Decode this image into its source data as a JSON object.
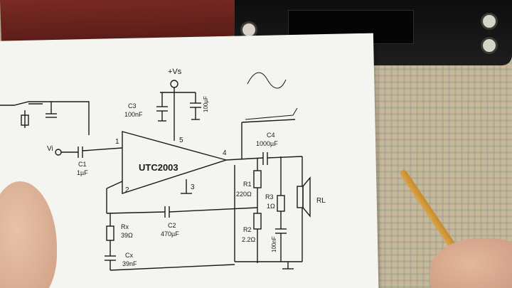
{
  "schematic": {
    "supply": "+Vs",
    "amp_name": "UTC2003",
    "pins": {
      "in": "1",
      "inv": "2",
      "gnd": "3",
      "out": "4",
      "vcc": "5"
    },
    "input_label": "Vi",
    "components": {
      "c1": {
        "name": "C1",
        "value": "1µF"
      },
      "c2": {
        "name": "C2",
        "value": "470µF"
      },
      "c3": {
        "name": "C3",
        "value": "100nF"
      },
      "c3b": {
        "value": "100µF"
      },
      "c4": {
        "name": "C4",
        "value": "1000µF"
      },
      "c5": {
        "value": "100nF"
      },
      "r1": {
        "name": "R1",
        "value": "220Ω"
      },
      "r2": {
        "name": "R2",
        "value": "2.2Ω"
      },
      "r3": {
        "name": "R3",
        "value": "1Ω"
      },
      "rx": {
        "name": "Rx",
        "value": "39Ω"
      },
      "cx": {
        "name": "Cx",
        "value": "39nF"
      }
    },
    "load_label": "RL"
  },
  "colors": {
    "paper": "#f4f4f1",
    "ink": "#1a1a1a",
    "board": "#6b231c",
    "device": "#121212"
  }
}
